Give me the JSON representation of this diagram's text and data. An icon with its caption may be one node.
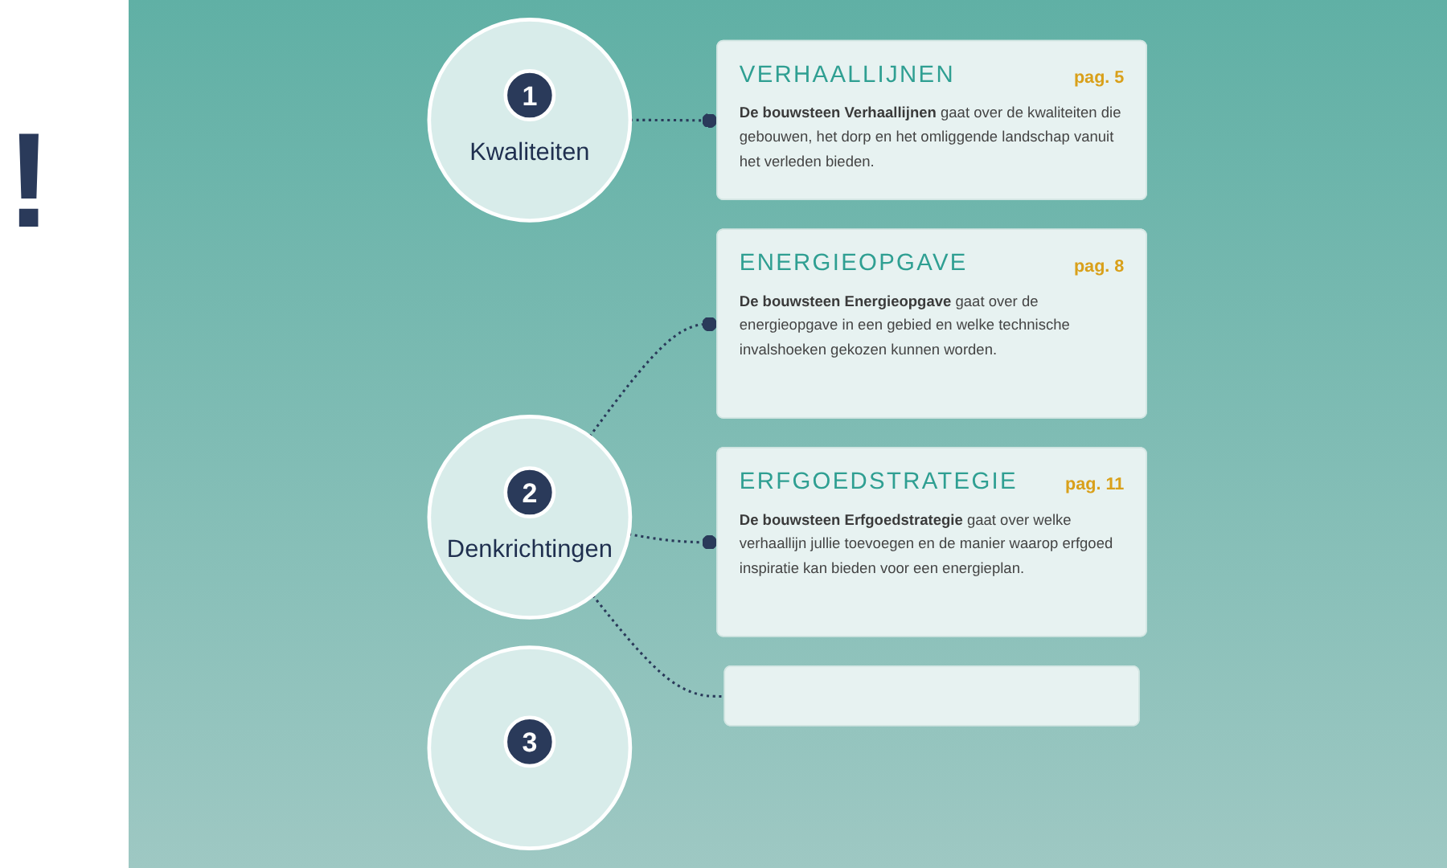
{
  "diagram": {
    "nodes": [
      {
        "text": [
          "1",
          "Kwaliteiten"
        ]
      },
      {
        "text": [
          "VERHAALLIJNEN",
          "pag. 5",
          "**De bouwsteen Verhaallijnen** gaat over de kwaliteiten die gebouwen, het dorp en het omliggende landschap vanuit het verleden bieden."
        ]
      },
      {
        "text": [
          "ENERGIEOPGAVE",
          "pag. 8",
          "**De bouwsteen Energieopgave** gaat over de energieopgave in een gebied en welke technische invalshoeken gekozen kunnen worden."
        ]
      },
      {
        "text": [
          "2",
          "Denkrichtingen"
        ]
      },
      {
        "text": [
          "ERFGOEDSTRATEGIE",
          "pag. 11",
          "**De bouwsteen Erfgoedstrategie** gaat over welke verhaallijn jullie toevoegen en de manier waarop erfgoed inspiratie kan bieden voor een energieplan."
        ]
      },
      {
        "text": [
          "3"
        ]
      },
      {
        "text": [],
        "shape": "box"
      }
    ],
    "edges": [
      {
        "from": 0,
        "to": 1,
        "arrow": "other",
        "style": "dashed"
      },
      {
        "from": 3,
        "to": 2,
        "arrow": "other",
        "style": "dashed"
      },
      {
        "from": 3,
        "to": 4,
        "arrow": "other",
        "style": "dashed"
      },
      {
        "from": 3,
        "to": 6,
        "arrow": "none",
        "style": "dashed"
      }
    ],
    "labels": [
      "!"
    ]
  }
}
